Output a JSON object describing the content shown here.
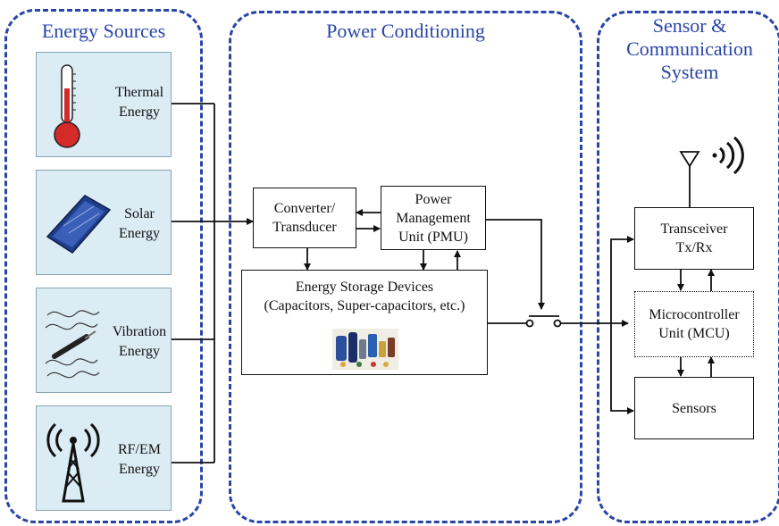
{
  "regions": {
    "energy_sources": {
      "title": "Energy Sources"
    },
    "power_conditioning": {
      "title": "Power Conditioning"
    },
    "sensor_comm": {
      "title_lines": [
        "Sensor &",
        "Communication",
        "System"
      ]
    }
  },
  "sources": [
    {
      "label_lines": [
        "Thermal",
        "Energy"
      ],
      "icon": "thermometer-icon"
    },
    {
      "label_lines": [
        "Solar",
        "Energy"
      ],
      "icon": "solar-cell-icon"
    },
    {
      "label_lines": [
        "Vibration",
        "Energy"
      ],
      "icon": "vibration-icon"
    },
    {
      "label_lines": [
        "RF/EM",
        "Energy"
      ],
      "icon": "radio-tower-icon"
    }
  ],
  "blocks": {
    "converter": {
      "lines": [
        "Converter/",
        "Transducer"
      ]
    },
    "pmu": {
      "lines": [
        "Power",
        "Management",
        "Unit (PMU)"
      ]
    },
    "storage": {
      "lines": [
        "Energy Storage Devices",
        "(Capacitors, Super-capacitors, etc.)"
      ],
      "image": "capacitors-photo"
    },
    "transceiver": {
      "lines": [
        "Transceiver",
        "Tx/Rx"
      ]
    },
    "mcu": {
      "lines": [
        "Microcontroller",
        "Unit (MCU)"
      ]
    },
    "sensors": {
      "lines": [
        "Sensors"
      ]
    }
  },
  "symbols": [
    "antenna-icon",
    "switch-symbol"
  ],
  "colors": {
    "region_border": "#2845a8",
    "panel_bg": "#dcecf4",
    "thermo_red": "#d42a2a",
    "solar_blue": "#1f3d8a"
  }
}
